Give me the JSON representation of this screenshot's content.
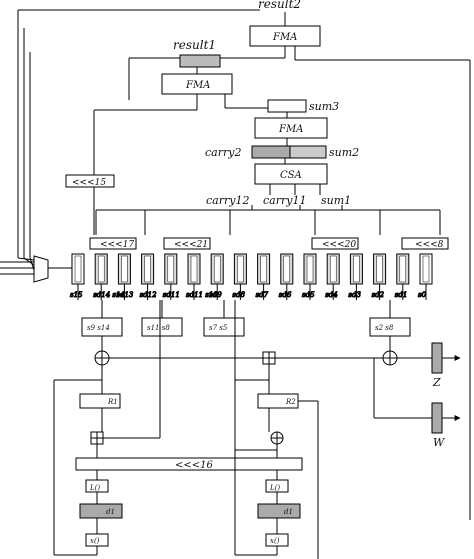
{
  "outputs": {
    "result2": "result2",
    "result1": "result1",
    "Z": "Z",
    "W": "W"
  },
  "blocks": {
    "fma_top": "FMA",
    "fma_mid": "FMA",
    "fma_low": "FMA",
    "csa": "CSA"
  },
  "signals": {
    "sum3": "sum3",
    "carry2": "carry2",
    "sum2": "sum2",
    "carry12": "carry12",
    "carry11": "carry11",
    "sum1": "sum1"
  },
  "rotations": {
    "r15": "<<<15",
    "r17": "<<<17",
    "r21": "<<<21",
    "r20": "<<<20",
    "r8": "<<<8",
    "r16": "<<<16"
  },
  "registers": [
    "s15",
    "s14",
    "s13",
    "s12",
    "s11",
    "s10",
    "s9",
    "s8",
    "s7",
    "s6",
    "s5",
    "s4",
    "s3",
    "s2",
    "s1",
    "s0"
  ],
  "register_labels": {
    "s15": "s15",
    "s14": "sd14 s14",
    "s13": "sd13",
    "s12": "sd12",
    "s11": "sd11",
    "s10": "sd11 s10",
    "s9": "sd9",
    "s8": "sd8",
    "s7": "sd7",
    "s6": "sd6",
    "s5": "sd5",
    "s4": "sd4",
    "s3": "sd3",
    "s2": "sd2",
    "s1": "sd1",
    "s0": "s0"
  },
  "selectors": [
    "s9 s14",
    "s11 s8",
    "s7 s5",
    "s2 s8"
  ],
  "fsm": {
    "r1": "R1",
    "r2": "R2",
    "l1": "L()",
    "l2": "L()",
    "d1": "d1",
    "d2": "d1",
    "x1": "x()",
    "x2": "x()"
  }
}
